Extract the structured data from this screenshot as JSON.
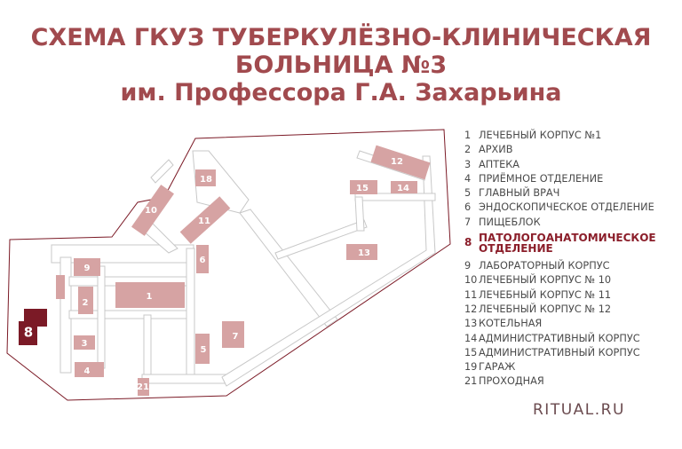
{
  "title": {
    "line1": "СХЕМА ГКУЗ ТУБЕРКУЛЁЗНО-КЛИНИЧЕСКАЯ",
    "line2": "БОЛЬНИЦА №3",
    "line3": "им. Профессора Г.А. Захарьина"
  },
  "colors": {
    "title": "#a14a4e",
    "building": "#d6a3a3",
    "highlight": "#7b1a26",
    "boundary": "#7b1a26"
  },
  "map": {
    "buildings": [
      "1",
      "2",
      "3",
      "4",
      "5",
      "6",
      "7",
      "8",
      "9",
      "10",
      "11",
      "12",
      "13",
      "14",
      "15",
      "18",
      "21"
    ],
    "highlighted": "8"
  },
  "legend": [
    {
      "num": "1",
      "label": "ЛЕЧЕБНЫЙ КОРПУС №1"
    },
    {
      "num": "2",
      "label": "АРХИВ"
    },
    {
      "num": "3",
      "label": "АПТЕКА"
    },
    {
      "num": "4",
      "label": "ПРИЁМНОЕ ОТДЕЛЕНИЕ"
    },
    {
      "num": "5",
      "label": "ГЛАВНЫЙ ВРАЧ"
    },
    {
      "num": "6",
      "label": "ЭНДОСКОПИЧЕСКОЕ ОТДЕЛЕНИЕ"
    },
    {
      "num": "7",
      "label": "ПИЩЕБЛОК"
    },
    {
      "num": "8",
      "label": "ПАТОЛОГОАНАТОМИЧЕСКОЕ ОТДЕЛЕНИЕ"
    },
    {
      "num": "9",
      "label": "ЛАБОРАТОРНЫЙ КОРПУС"
    },
    {
      "num": "10",
      "label": "ЛЕЧЕБНЫЙ КОРПУС № 10"
    },
    {
      "num": "11",
      "label": "ЛЕЧЕБНЫЙ КОРПУС № 11"
    },
    {
      "num": "12",
      "label": "ЛЕЧЕБНЫЙ КОРПУС № 12"
    },
    {
      "num": "13",
      "label": "КОТЕЛЬНАЯ"
    },
    {
      "num": "14",
      "label": "АДМИНИСТРАТИВНЫЙ КОРПУС"
    },
    {
      "num": "15",
      "label": "АДМИНИСТРАТИВНЫЙ КОРПУС"
    },
    {
      "num": "19",
      "label": "ГАРАЖ"
    },
    {
      "num": "21",
      "label": "ПРОХОДНАЯ"
    }
  ],
  "brand": "RITUAL.RU"
}
